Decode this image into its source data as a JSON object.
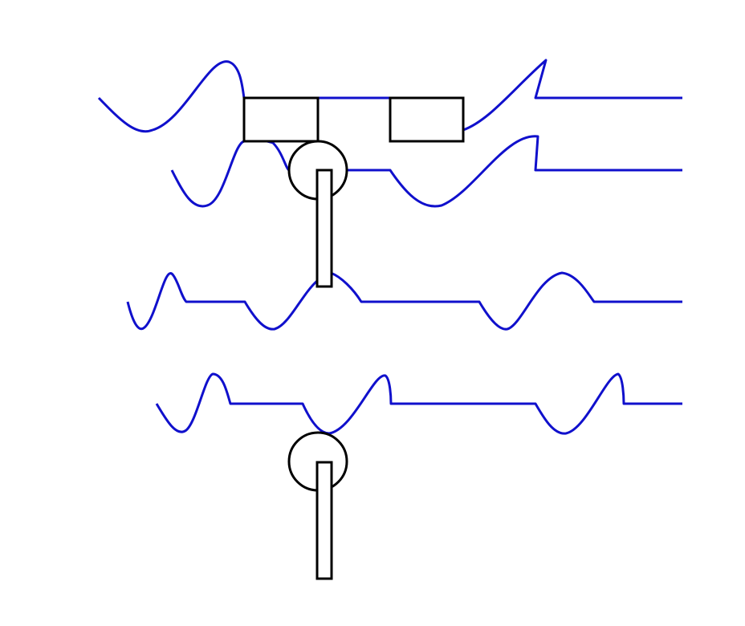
{
  "diagram": {
    "colors": {
      "background": "#ffffff",
      "wave": "#1010cc",
      "shape": "#000000"
    },
    "traces": [
      {
        "name": "trace-1"
      },
      {
        "name": "trace-2"
      },
      {
        "name": "trace-3"
      },
      {
        "name": "trace-4"
      }
    ],
    "components": [
      {
        "name": "box-left",
        "kind": "rectangle"
      },
      {
        "name": "box-right",
        "kind": "rectangle"
      },
      {
        "name": "connector-line",
        "kind": "line"
      },
      {
        "name": "circle-upper",
        "kind": "circle"
      },
      {
        "name": "probe-upper",
        "kind": "bar"
      },
      {
        "name": "circle-lower",
        "kind": "circle"
      },
      {
        "name": "probe-lower",
        "kind": "bar"
      }
    ]
  }
}
